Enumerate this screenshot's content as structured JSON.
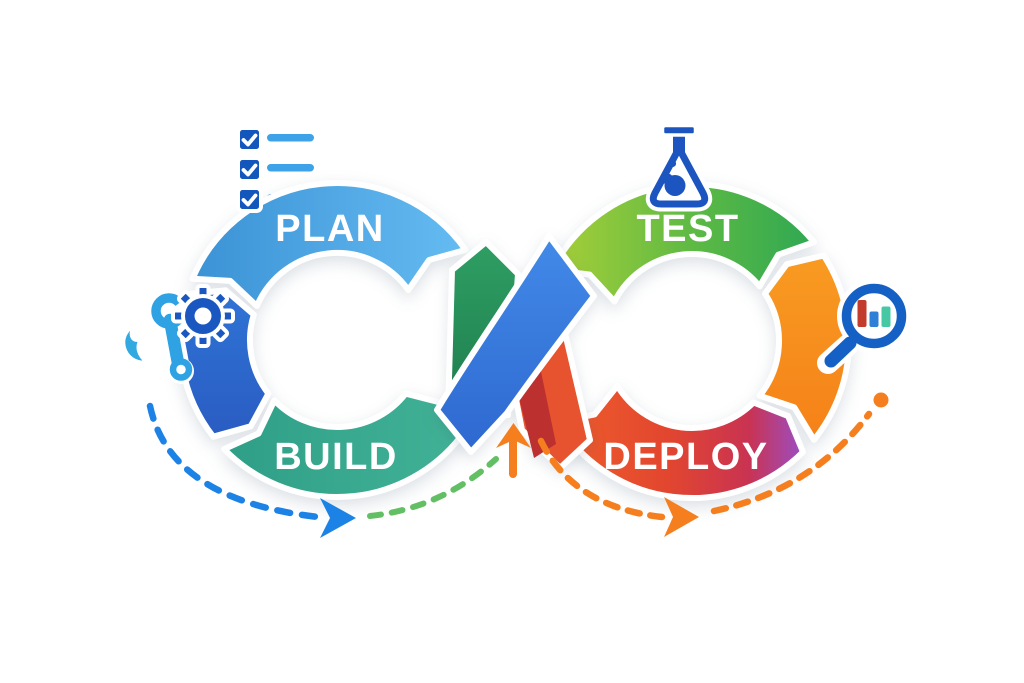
{
  "diagram": {
    "type": "devops-infinity-loop",
    "background": "#ffffff",
    "stages": [
      {
        "id": "plan",
        "label": "PLAN",
        "position": "top-left",
        "icon": "checklist-icon",
        "colors": [
          "#3b92d5",
          "#65bcf2"
        ]
      },
      {
        "id": "build",
        "label": "BUILD",
        "position": "bottom-left",
        "icon": "wrench-gear-icon",
        "colors": [
          "#2f9e87",
          "#41b296"
        ]
      },
      {
        "id": "test",
        "label": "TEST",
        "position": "top-right",
        "icon": "flask-icon",
        "colors": [
          "#a8cf38",
          "#2fa853"
        ]
      },
      {
        "id": "deploy",
        "label": "DEPLOY",
        "position": "bottom-right",
        "icon": "magnifier-chart-icon",
        "colors": [
          "#ef5e2b",
          "#9b4ec4"
        ]
      }
    ],
    "connectors": [
      {
        "id": "left-side-segment",
        "color": "#2c69cf"
      },
      {
        "id": "center-blue-ribbon",
        "color": "#3a7de2"
      },
      {
        "id": "center-green-band",
        "color": "#27915a"
      },
      {
        "id": "center-red-band",
        "color": "#d8432f"
      },
      {
        "id": "right-side-segment",
        "color": "#f79320"
      }
    ],
    "flow_arrows": [
      {
        "id": "blue-dashed-arrow",
        "color": "#1d82e6",
        "style": "dashed",
        "direction": "right"
      },
      {
        "id": "green-dashed-arc",
        "color": "#63bf63",
        "style": "dashed",
        "direction": "right"
      },
      {
        "id": "center-up-arrow",
        "color": "#f57f1e",
        "style": "solid",
        "direction": "up"
      },
      {
        "id": "orange-dashed-arrow",
        "color": "#f57f1e",
        "style": "dashed",
        "direction": "right"
      },
      {
        "id": "orange-dashed-tail",
        "color": "#f57f1e",
        "style": "dashed",
        "end": "dot"
      }
    ]
  }
}
